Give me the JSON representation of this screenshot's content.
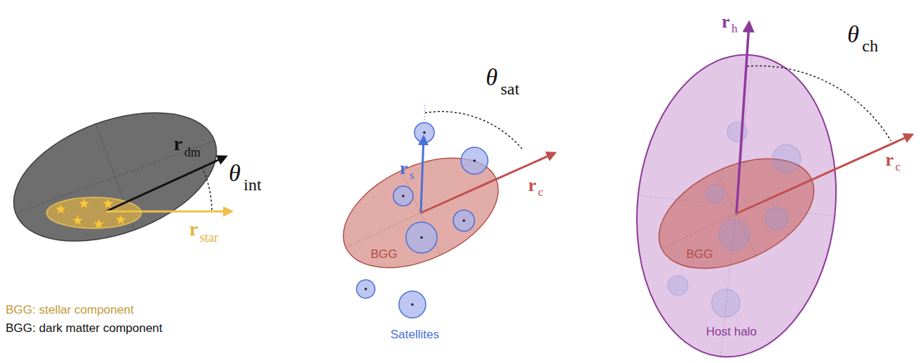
{
  "diagram": {
    "nodes": [
      {
        "text": [
          "BGG"
        ]
      },
      {
        "text": [
          "Host halo"
        ]
      },
      {
        "text": [
          "BGG"
        ],
        "in": 1
      }
    ],
    "labels": [
      "r",
      "dm",
      "θ",
      "int",
      "r",
      "star",
      "BGG: stellar component",
      "BGG: dark matter component",
      "θ",
      "sat",
      "r",
      "s",
      "r",
      "c",
      "Satellites",
      "r",
      "h",
      "θ",
      "ch",
      "r",
      "c"
    ]
  }
}
